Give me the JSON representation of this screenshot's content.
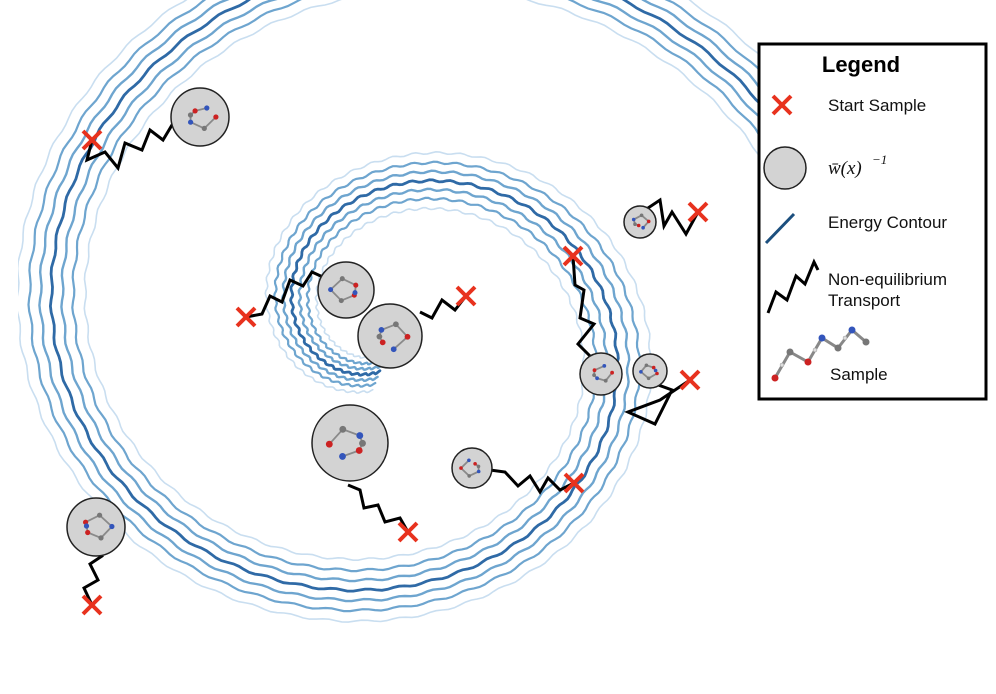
{
  "legend": {
    "title": "Legend",
    "items": [
      {
        "key": "start",
        "label": "Start Sample"
      },
      {
        "key": "weight",
        "label_math": "w̄(x)",
        "label_sup": "−1"
      },
      {
        "key": "contour",
        "label": "Energy Contour"
      },
      {
        "key": "transport",
        "label_line1": "Non-equilibrium",
        "label_line2": "Transport"
      },
      {
        "key": "sample",
        "label": "Sample"
      }
    ]
  },
  "colors": {
    "start_marker": "#e8321e",
    "circle_fill": "#d3d3d3",
    "transport": "#000000",
    "contour_dark": "#2f6aa6",
    "contour_mid": "#6ea5cf",
    "contour_light": "#c9def0",
    "legend_contour": "#1c4f7e"
  }
}
